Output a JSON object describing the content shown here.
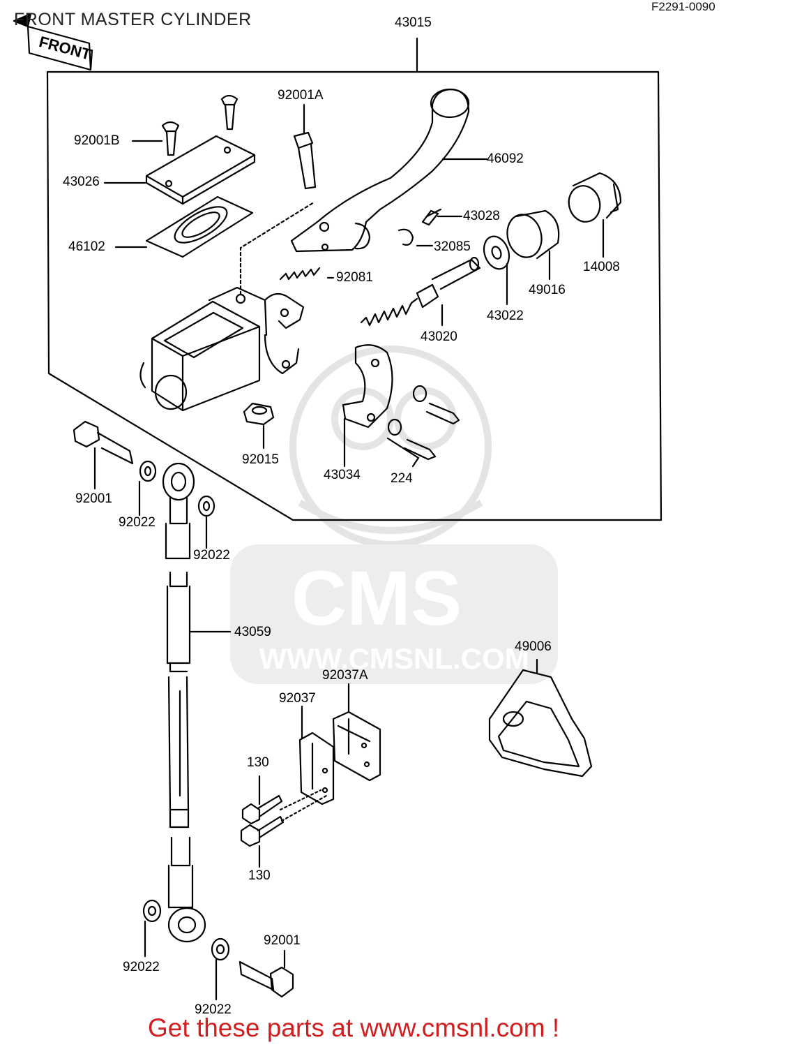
{
  "title": "FRONT MASTER CYLINDER",
  "diagram_code": "F2291-0090",
  "front_mark": "FRONT",
  "watermark": {
    "brand": "CMS",
    "url": "WWW.CMSNL.COM"
  },
  "footer": "Get these parts at www.cmsnl.com !",
  "colors": {
    "footer": "#d11f1f",
    "lines": "#000000",
    "watermark": "#e6e6e6"
  },
  "parts": [
    {
      "id": "p43015",
      "label": "43015"
    },
    {
      "id": "p92001a",
      "label": "92001A"
    },
    {
      "id": "p92001b",
      "label": "92001B"
    },
    {
      "id": "p46092",
      "label": "46092"
    },
    {
      "id": "p43026",
      "label": "43026"
    },
    {
      "id": "p43028",
      "label": "43028"
    },
    {
      "id": "p46102",
      "label": "46102"
    },
    {
      "id": "p32085",
      "label": "32085"
    },
    {
      "id": "p14008",
      "label": "14008"
    },
    {
      "id": "p92081",
      "label": "92081"
    },
    {
      "id": "p49016",
      "label": "49016"
    },
    {
      "id": "p43022",
      "label": "43022"
    },
    {
      "id": "p43020",
      "label": "43020"
    },
    {
      "id": "p92015",
      "label": "92015"
    },
    {
      "id": "p43034",
      "label": "43034"
    },
    {
      "id": "p224",
      "label": "224"
    },
    {
      "id": "p92001_top",
      "label": "92001"
    },
    {
      "id": "p92022_a",
      "label": "92022"
    },
    {
      "id": "p92022_b",
      "label": "92022"
    },
    {
      "id": "p43059",
      "label": "43059"
    },
    {
      "id": "p49006",
      "label": "49006"
    },
    {
      "id": "p92037a",
      "label": "92037A"
    },
    {
      "id": "p92037",
      "label": "92037"
    },
    {
      "id": "p130_a",
      "label": "130"
    },
    {
      "id": "p130_b",
      "label": "130"
    },
    {
      "id": "p92001_bot",
      "label": "92001"
    },
    {
      "id": "p92022_c",
      "label": "92022"
    },
    {
      "id": "p92022_d",
      "label": "92022"
    }
  ]
}
